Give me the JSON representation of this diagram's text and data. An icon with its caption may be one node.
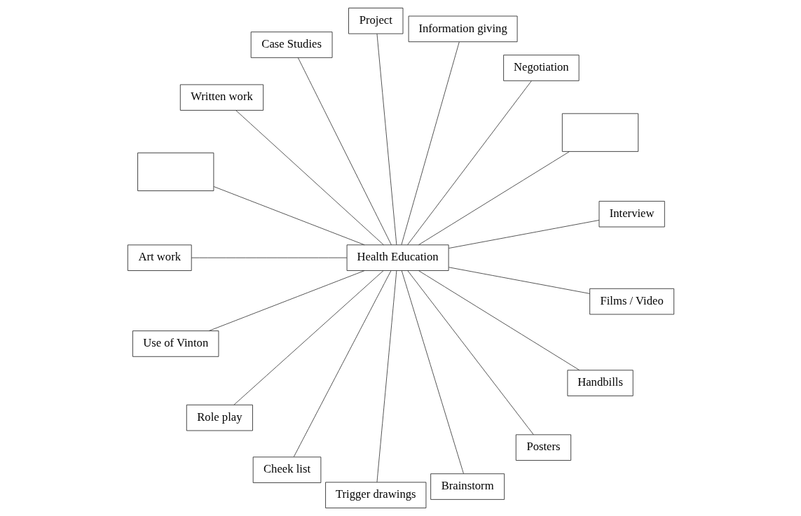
{
  "diagram": {
    "nodes": [
      {
        "text": [
          "Health Education"
        ]
      },
      {
        "text": [
          "Interview"
        ]
      },
      {
        "text": [],
        "shape": "box"
      },
      {
        "text": [
          "Negotiation"
        ]
      },
      {
        "text": [
          "Information giving"
        ]
      },
      {
        "text": [
          "Project"
        ]
      },
      {
        "text": [
          "Case Studies"
        ]
      },
      {
        "text": [
          "Written work"
        ]
      },
      {
        "text": [],
        "shape": "box"
      },
      {
        "text": [
          "Art work"
        ]
      },
      {
        "text": [
          "Use of Vinton"
        ]
      },
      {
        "text": [
          "Role play"
        ]
      },
      {
        "text": [
          "Cheek list"
        ]
      },
      {
        "text": [
          "Trigger drawings"
        ]
      },
      {
        "text": [
          "Brainstorm"
        ]
      },
      {
        "text": [
          "Posters"
        ]
      },
      {
        "text": [
          "Handbills"
        ]
      },
      {
        "text": [
          "Films / Video"
        ]
      }
    ],
    "edges": [
      {
        "from": 0,
        "to": 1,
        "arrow": "none"
      },
      {
        "from": 0,
        "to": 2,
        "arrow": "none"
      },
      {
        "from": 0,
        "to": 3,
        "arrow": "none"
      },
      {
        "from": 0,
        "to": 4,
        "arrow": "none"
      },
      {
        "from": 0,
        "to": 5,
        "arrow": "none"
      },
      {
        "from": 0,
        "to": 6,
        "arrow": "none"
      },
      {
        "from": 0,
        "to": 7,
        "arrow": "none"
      },
      {
        "from": 0,
        "to": 8,
        "arrow": "none"
      },
      {
        "from": 0,
        "to": 9,
        "arrow": "none"
      },
      {
        "from": 0,
        "to": 10,
        "arrow": "none"
      },
      {
        "from": 0,
        "to": 11,
        "arrow": "none"
      },
      {
        "from": 0,
        "to": 12,
        "arrow": "none"
      },
      {
        "from": 0,
        "to": 13,
        "arrow": "none"
      },
      {
        "from": 0,
        "to": 14,
        "arrow": "none"
      },
      {
        "from": 0,
        "to": 15,
        "arrow": "none"
      },
      {
        "from": 0,
        "to": 16,
        "arrow": "none"
      },
      {
        "from": 0,
        "to": 17,
        "arrow": "none"
      }
    ]
  }
}
